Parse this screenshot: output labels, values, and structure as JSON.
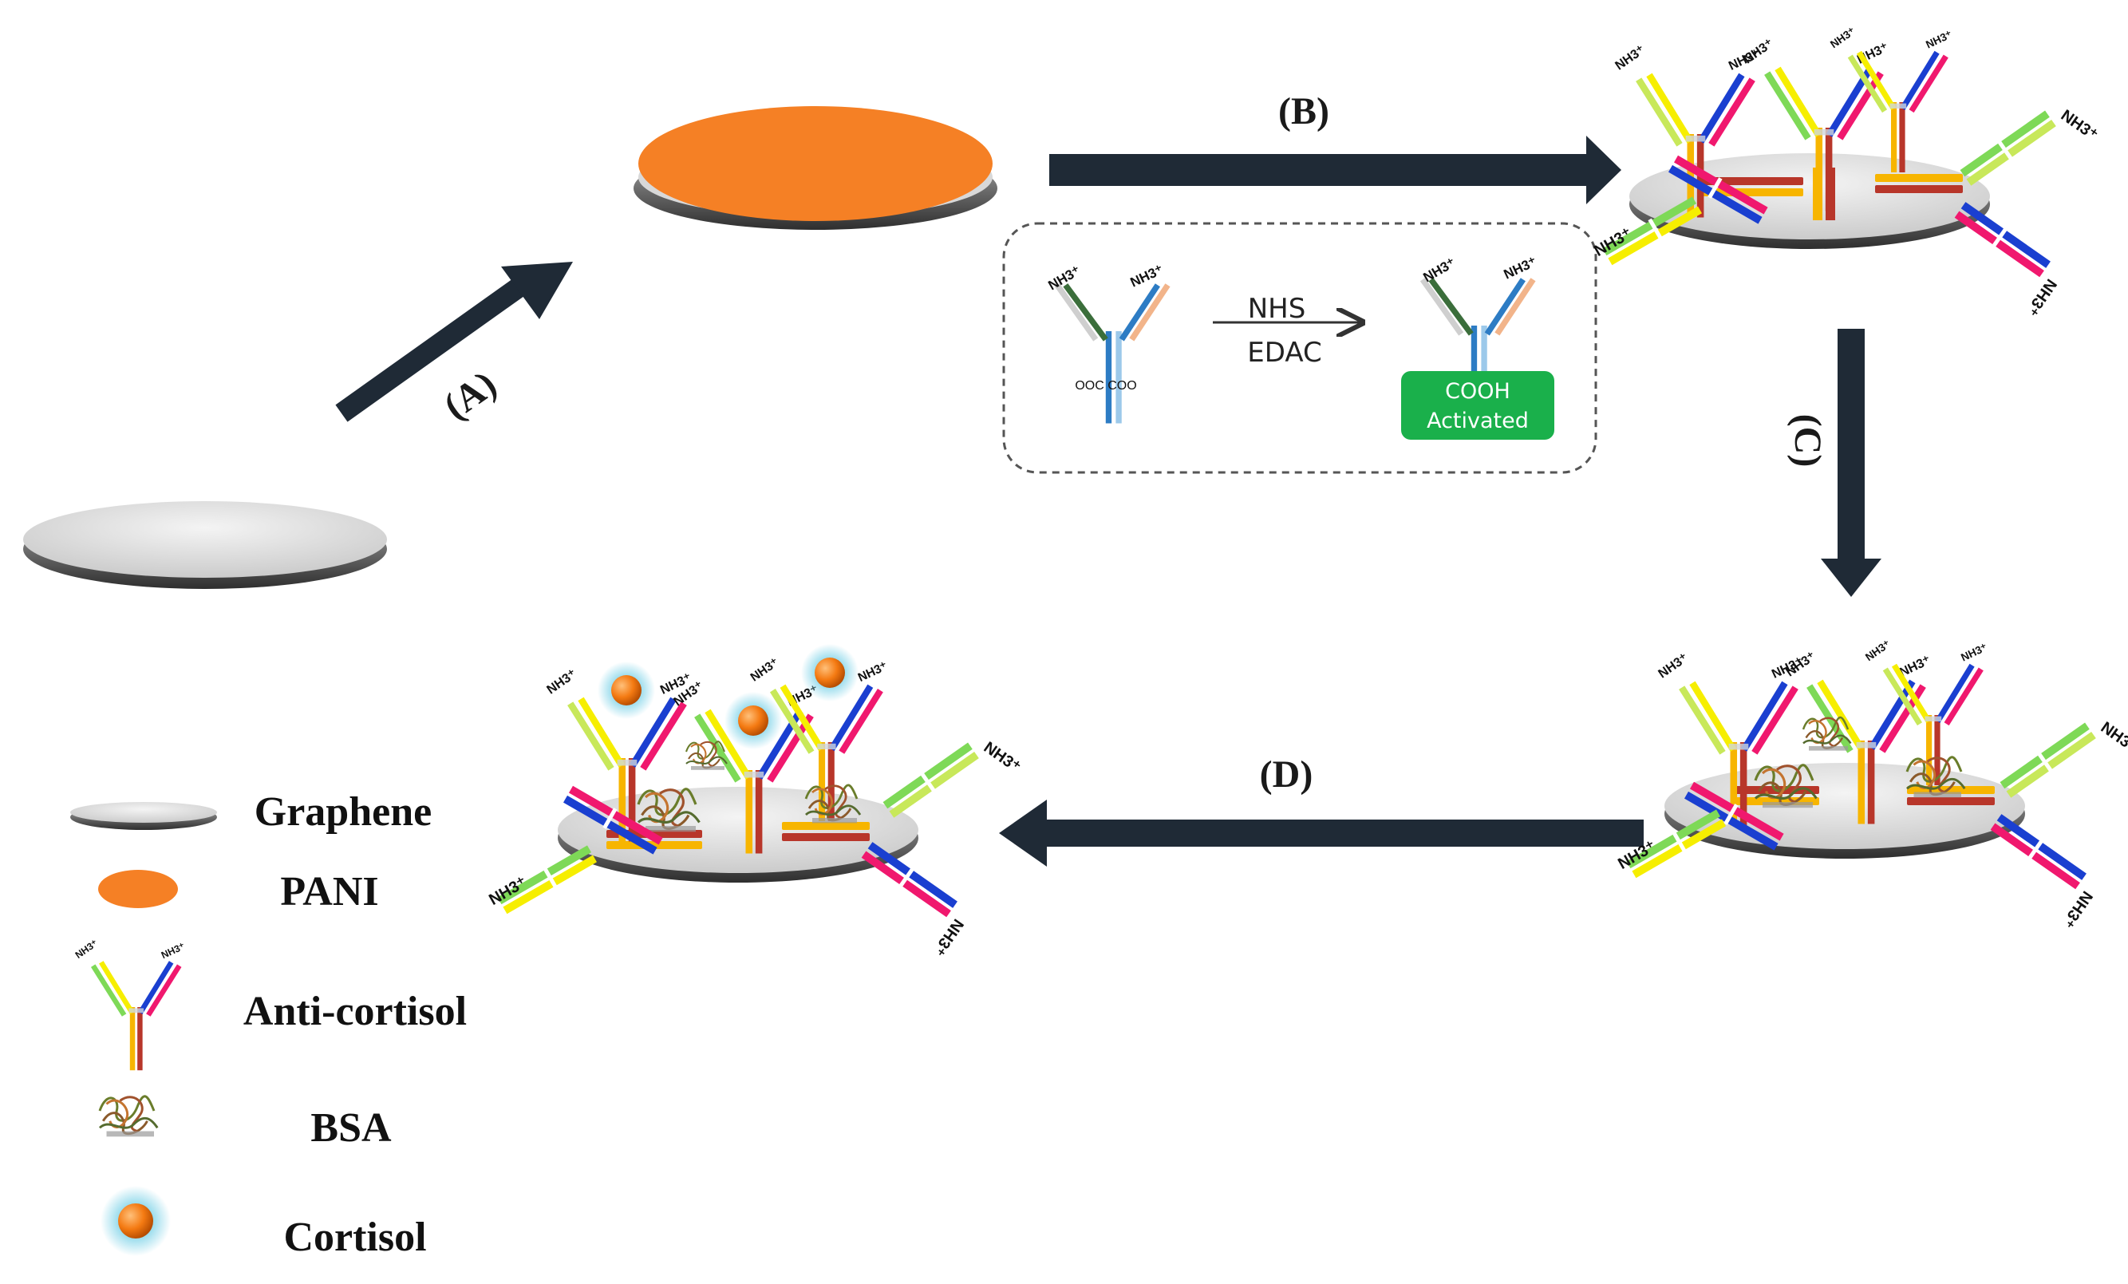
{
  "steps": {
    "a": "(A)",
    "b": "(B)",
    "c": "(C)",
    "d": "(D)"
  },
  "inset": {
    "reagent_1": "NHS",
    "reagent_2": "EDAC",
    "carboxyl_label": "OOC COO",
    "amine_label": "NH3⁺",
    "badge_line_1": "COOH",
    "badge_line_2": "Activated"
  },
  "legend": [
    {
      "label": "Graphene"
    },
    {
      "label": "PANI"
    },
    {
      "label": "Anti-cortisol"
    },
    {
      "label": "BSA"
    },
    {
      "label": "Cortisol"
    }
  ],
  "amine_label": "NH3⁺",
  "colors": {
    "arrow": "#1f2a36",
    "pani": "#f58025",
    "graphene_top": "#d9d9d9",
    "badge": "#1ab04b",
    "cortisol": "#f47a12"
  }
}
